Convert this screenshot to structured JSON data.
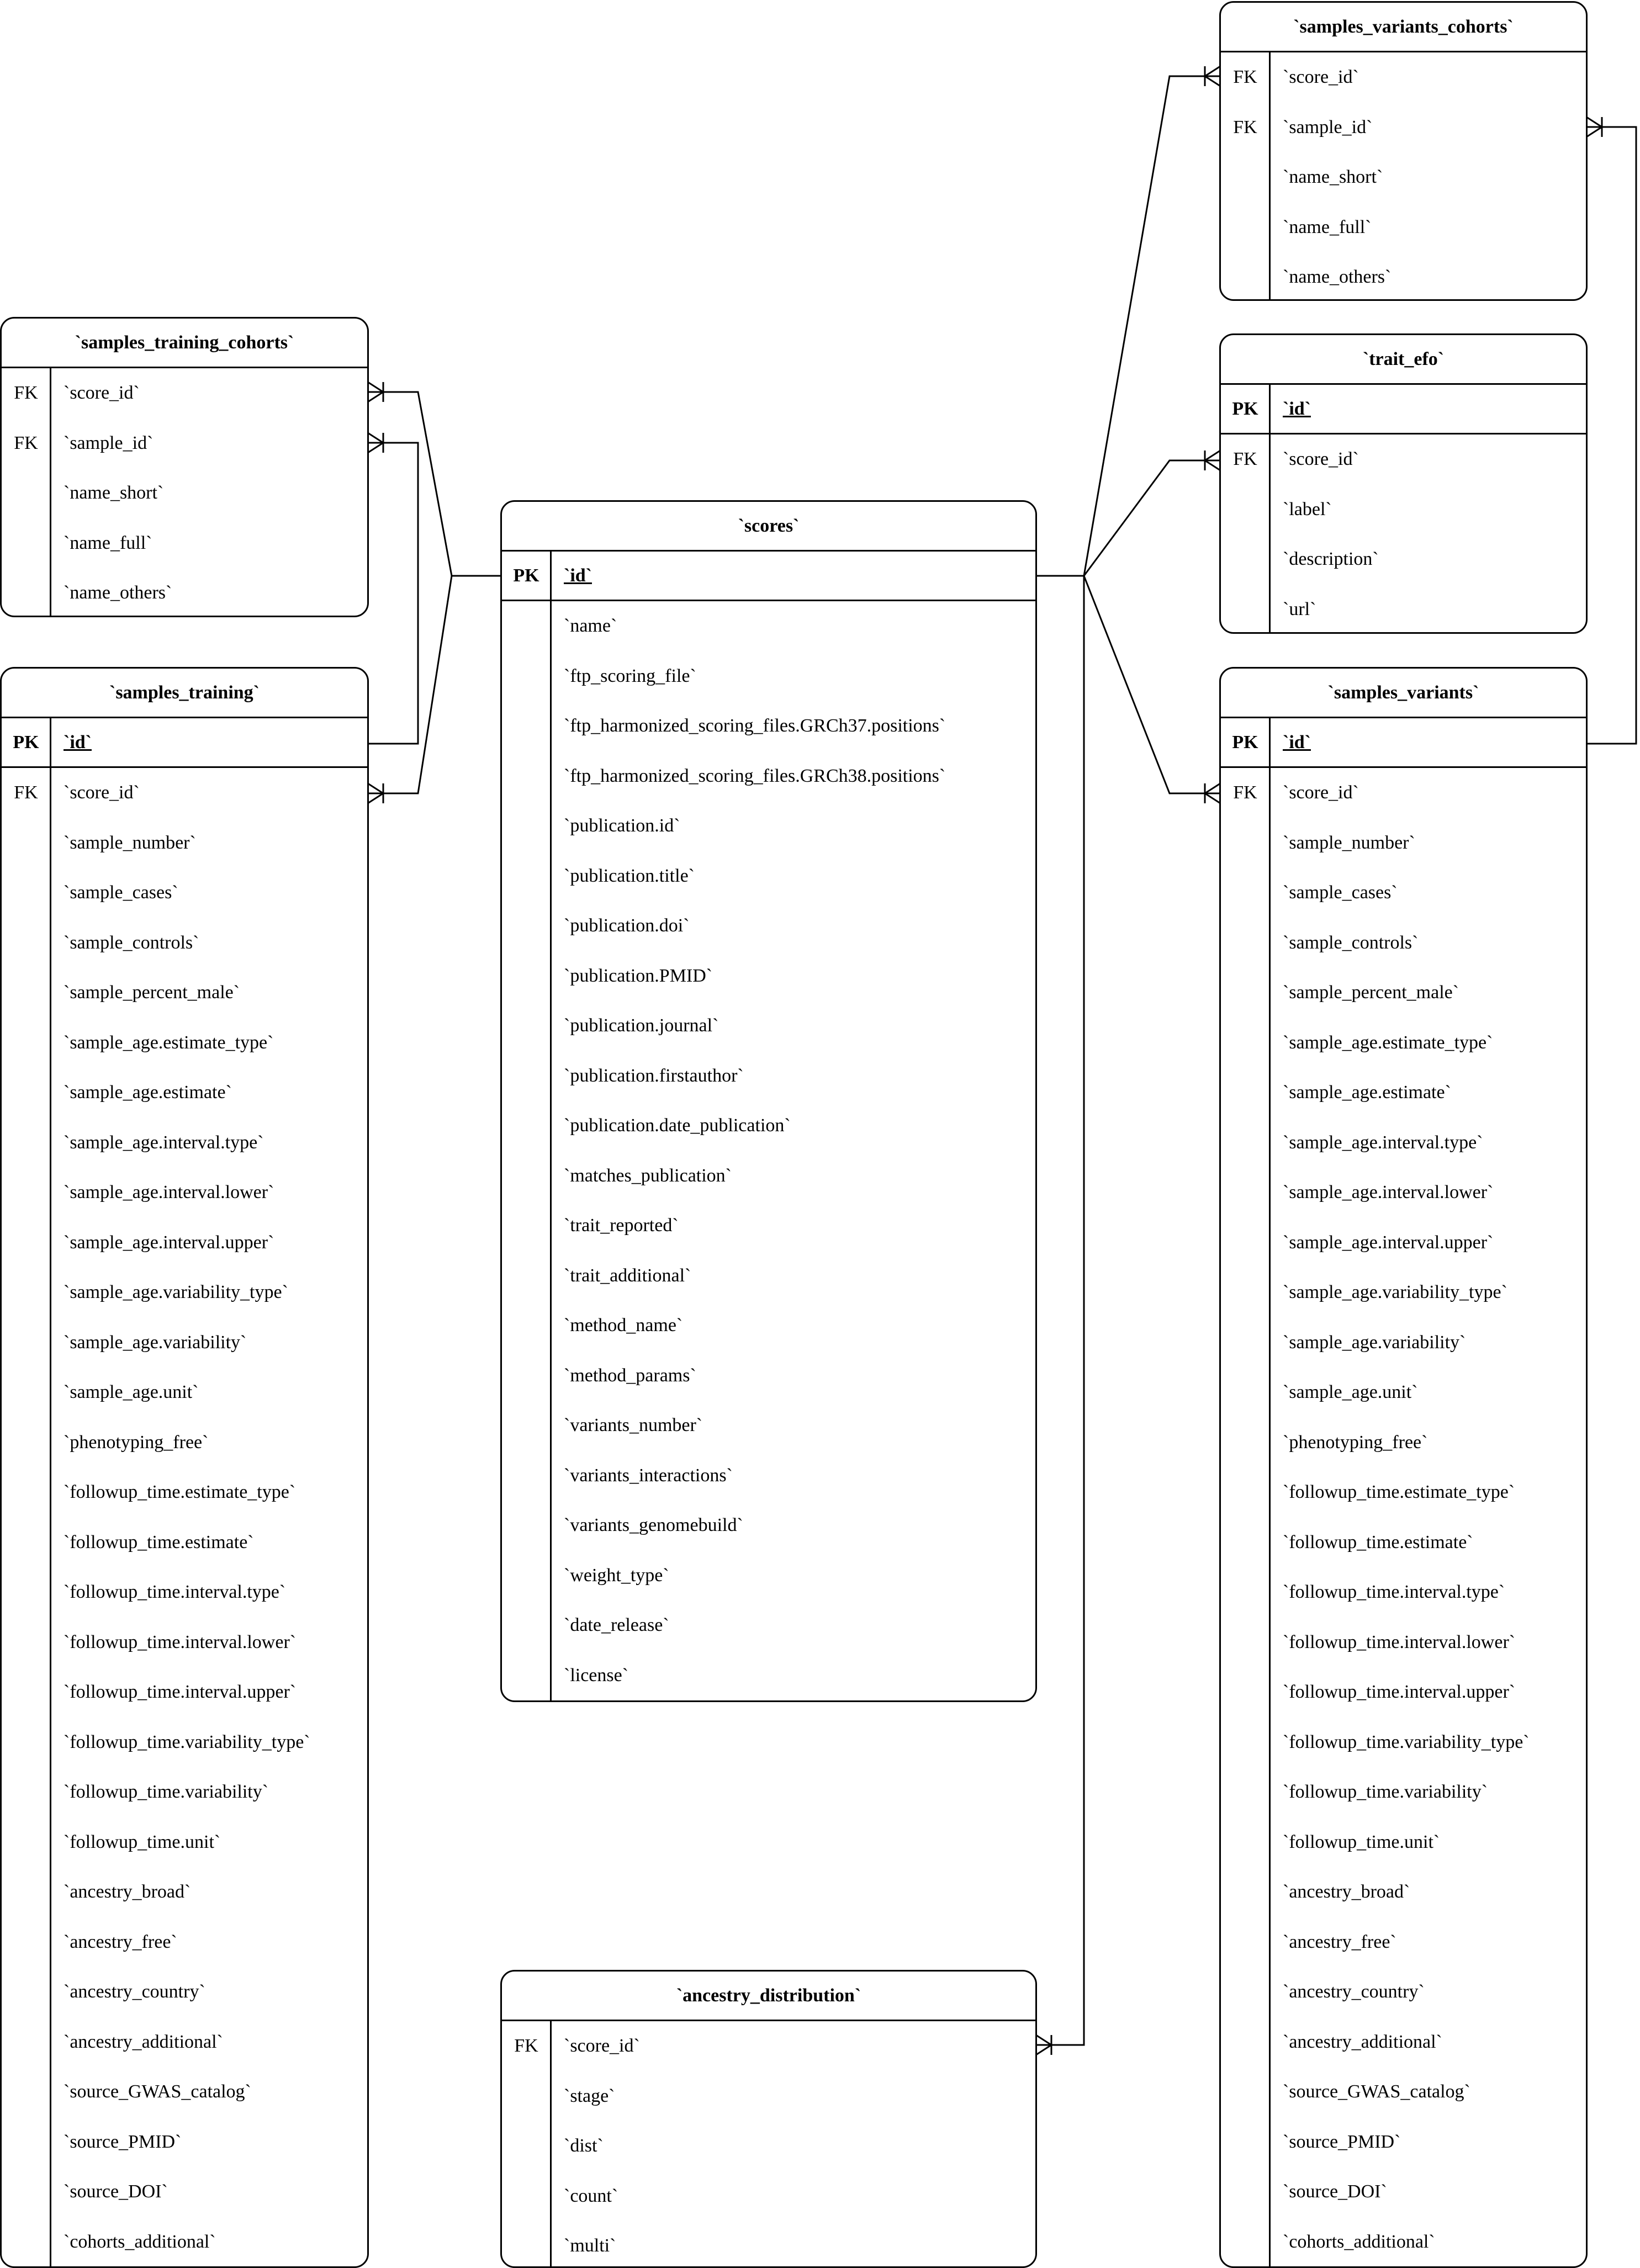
{
  "tables": {
    "samples_variants_cohorts": {
      "title": "`samples_variants_cohorts`",
      "pk": null,
      "rows": [
        {
          "key": "FK",
          "field": "`score_id`"
        },
        {
          "key": "FK",
          "field": "`sample_id`"
        },
        {
          "key": "",
          "field": "`name_short`"
        },
        {
          "key": "",
          "field": "`name_full`"
        },
        {
          "key": "",
          "field": "`name_others`"
        }
      ]
    },
    "trait_efo": {
      "title": "`trait_efo`",
      "pk": {
        "key": "PK",
        "field": "`id`"
      },
      "rows": [
        {
          "key": "FK",
          "field": "`score_id`"
        },
        {
          "key": "",
          "field": "`label`"
        },
        {
          "key": "",
          "field": "`description`"
        },
        {
          "key": "",
          "field": "`url`"
        }
      ]
    },
    "samples_training_cohorts": {
      "title": "`samples_training_cohorts`",
      "pk": null,
      "rows": [
        {
          "key": "FK",
          "field": "`score_id`"
        },
        {
          "key": "FK",
          "field": "`sample_id`"
        },
        {
          "key": "",
          "field": "`name_short`"
        },
        {
          "key": "",
          "field": "`name_full`"
        },
        {
          "key": "",
          "field": "`name_others`"
        }
      ]
    },
    "scores": {
      "title": "`scores`",
      "pk": {
        "key": "PK",
        "field": "`id`"
      },
      "rows": [
        {
          "key": "",
          "field": "`name`"
        },
        {
          "key": "",
          "field": "`ftp_scoring_file`"
        },
        {
          "key": "",
          "field": "`ftp_harmonized_scoring_files.GRCh37.positions`"
        },
        {
          "key": "",
          "field": "`ftp_harmonized_scoring_files.GRCh38.positions`"
        },
        {
          "key": "",
          "field": "`publication.id`"
        },
        {
          "key": "",
          "field": "`publication.title`"
        },
        {
          "key": "",
          "field": "`publication.doi`"
        },
        {
          "key": "",
          "field": "`publication.PMID`"
        },
        {
          "key": "",
          "field": "`publication.journal`"
        },
        {
          "key": "",
          "field": "`publication.firstauthor`"
        },
        {
          "key": "",
          "field": "`publication.date_publication`"
        },
        {
          "key": "",
          "field": "`matches_publication`"
        },
        {
          "key": "",
          "field": "`trait_reported`"
        },
        {
          "key": "",
          "field": "`trait_additional`"
        },
        {
          "key": "",
          "field": "`method_name`"
        },
        {
          "key": "",
          "field": "`method_params`"
        },
        {
          "key": "",
          "field": "`variants_number`"
        },
        {
          "key": "",
          "field": "`variants_interactions`"
        },
        {
          "key": "",
          "field": "`variants_genomebuild`"
        },
        {
          "key": "",
          "field": "`weight_type`"
        },
        {
          "key": "",
          "field": "`date_release`"
        },
        {
          "key": "",
          "field": "`license`"
        }
      ]
    },
    "samples_training": {
      "title": "`samples_training`",
      "pk": {
        "key": "PK",
        "field": "`id`"
      },
      "rows": [
        {
          "key": "FK",
          "field": "`score_id`"
        },
        {
          "key": "",
          "field": "`sample_number`"
        },
        {
          "key": "",
          "field": "`sample_cases`"
        },
        {
          "key": "",
          "field": "`sample_controls`"
        },
        {
          "key": "",
          "field": "`sample_percent_male`"
        },
        {
          "key": "",
          "field": "`sample_age.estimate_type`"
        },
        {
          "key": "",
          "field": "`sample_age.estimate`"
        },
        {
          "key": "",
          "field": "`sample_age.interval.type`"
        },
        {
          "key": "",
          "field": "`sample_age.interval.lower`"
        },
        {
          "key": "",
          "field": "`sample_age.interval.upper`"
        },
        {
          "key": "",
          "field": "`sample_age.variability_type`"
        },
        {
          "key": "",
          "field": "`sample_age.variability`"
        },
        {
          "key": "",
          "field": "`sample_age.unit`"
        },
        {
          "key": "",
          "field": "`phenotyping_free`"
        },
        {
          "key": "",
          "field": "`followup_time.estimate_type`"
        },
        {
          "key": "",
          "field": "`followup_time.estimate`"
        },
        {
          "key": "",
          "field": "`followup_time.interval.type`"
        },
        {
          "key": "",
          "field": "`followup_time.interval.lower`"
        },
        {
          "key": "",
          "field": "`followup_time.interval.upper`"
        },
        {
          "key": "",
          "field": "`followup_time.variability_type`"
        },
        {
          "key": "",
          "field": "`followup_time.variability`"
        },
        {
          "key": "",
          "field": "`followup_time.unit`"
        },
        {
          "key": "",
          "field": "`ancestry_broad`"
        },
        {
          "key": "",
          "field": "`ancestry_free`"
        },
        {
          "key": "",
          "field": "`ancestry_country`"
        },
        {
          "key": "",
          "field": "`ancestry_additional`"
        },
        {
          "key": "",
          "field": "`source_GWAS_catalog`"
        },
        {
          "key": "",
          "field": "`source_PMID`"
        },
        {
          "key": "",
          "field": "`source_DOI`"
        },
        {
          "key": "",
          "field": "`cohorts_additional`"
        }
      ]
    },
    "samples_variants": {
      "title": "`samples_variants`",
      "pk": {
        "key": "PK",
        "field": "`id`"
      },
      "rows": [
        {
          "key": "FK",
          "field": "`score_id`"
        },
        {
          "key": "",
          "field": "`sample_number`"
        },
        {
          "key": "",
          "field": "`sample_cases`"
        },
        {
          "key": "",
          "field": "`sample_controls`"
        },
        {
          "key": "",
          "field": "`sample_percent_male`"
        },
        {
          "key": "",
          "field": "`sample_age.estimate_type`"
        },
        {
          "key": "",
          "field": "`sample_age.estimate`"
        },
        {
          "key": "",
          "field": "`sample_age.interval.type`"
        },
        {
          "key": "",
          "field": "`sample_age.interval.lower`"
        },
        {
          "key": "",
          "field": "`sample_age.interval.upper`"
        },
        {
          "key": "",
          "field": "`sample_age.variability_type`"
        },
        {
          "key": "",
          "field": "`sample_age.variability`"
        },
        {
          "key": "",
          "field": "`sample_age.unit`"
        },
        {
          "key": "",
          "field": "`phenotyping_free`"
        },
        {
          "key": "",
          "field": "`followup_time.estimate_type`"
        },
        {
          "key": "",
          "field": "`followup_time.estimate`"
        },
        {
          "key": "",
          "field": "`followup_time.interval.type`"
        },
        {
          "key": "",
          "field": "`followup_time.interval.lower`"
        },
        {
          "key": "",
          "field": "`followup_time.interval.upper`"
        },
        {
          "key": "",
          "field": "`followup_time.variability_type`"
        },
        {
          "key": "",
          "field": "`followup_time.variability`"
        },
        {
          "key": "",
          "field": "`followup_time.unit`"
        },
        {
          "key": "",
          "field": "`ancestry_broad`"
        },
        {
          "key": "",
          "field": "`ancestry_free`"
        },
        {
          "key": "",
          "field": "`ancestry_country`"
        },
        {
          "key": "",
          "field": "`ancestry_additional`"
        },
        {
          "key": "",
          "field": "`source_GWAS_catalog`"
        },
        {
          "key": "",
          "field": "`source_PMID`"
        },
        {
          "key": "",
          "field": "`source_DOI`"
        },
        {
          "key": "",
          "field": "`cohorts_additional`"
        }
      ]
    },
    "ancestry_distribution": {
      "title": "`ancestry_distribution`",
      "pk": null,
      "rows": [
        {
          "key": "FK",
          "field": "`score_id`"
        },
        {
          "key": "",
          "field": "`stage`"
        },
        {
          "key": "",
          "field": "`dist`"
        },
        {
          "key": "",
          "field": "`count`"
        },
        {
          "key": "",
          "field": "`multi`"
        }
      ]
    }
  },
  "relationships": [
    {
      "from": "scores.id",
      "to": "samples_variants_cohorts.score_id",
      "cardinality": "one-to-many"
    },
    {
      "from": "scores.id",
      "to": "trait_efo.score_id",
      "cardinality": "one-to-many"
    },
    {
      "from": "scores.id",
      "to": "samples_variants.score_id",
      "cardinality": "one-to-many"
    },
    {
      "from": "scores.id",
      "to": "ancestry_distribution.score_id",
      "cardinality": "one-to-many"
    },
    {
      "from": "scores.id",
      "to": "samples_training_cohorts.score_id",
      "cardinality": "one-to-many"
    },
    {
      "from": "scores.id",
      "to": "samples_training.score_id",
      "cardinality": "one-to-many"
    },
    {
      "from": "samples_training.id",
      "to": "samples_training_cohorts.sample_id",
      "cardinality": "one-to-many"
    },
    {
      "from": "samples_variants.id",
      "to": "samples_variants_cohorts.sample_id",
      "cardinality": "one-to-many"
    }
  ]
}
